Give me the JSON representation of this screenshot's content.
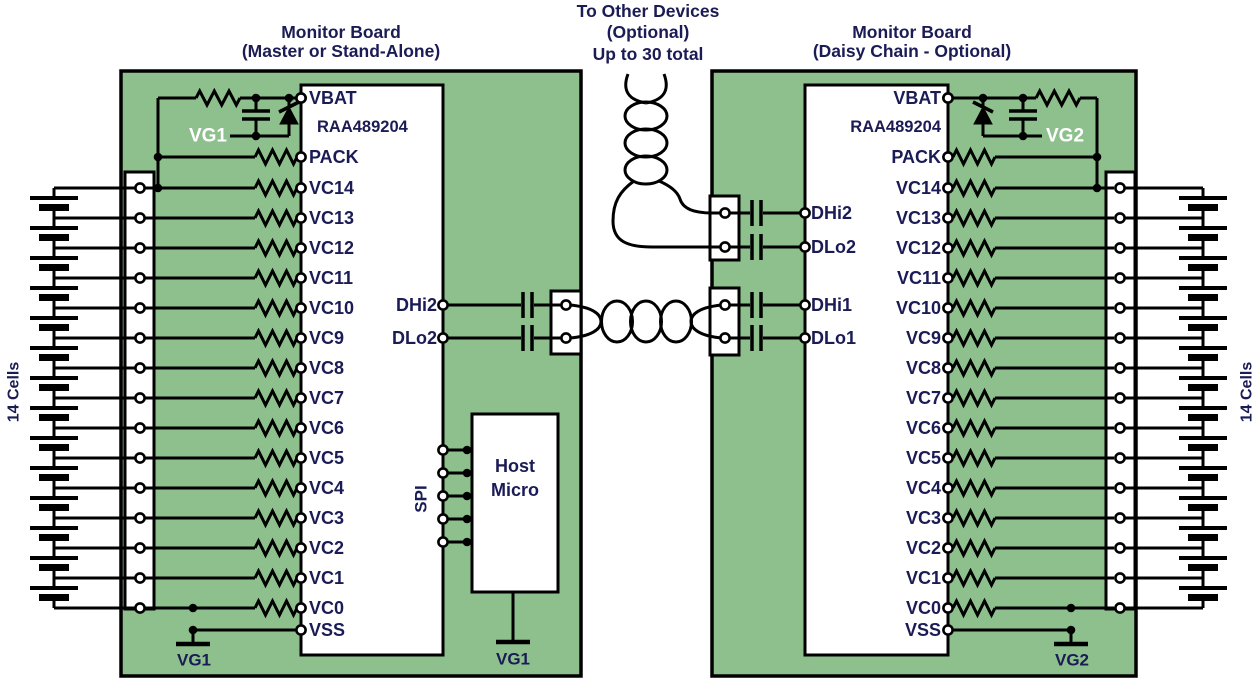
{
  "colors": {
    "board_green": "#8DC08D",
    "label_navy": "#1B1B55",
    "vg_white": "#FFFFFF",
    "wire_black": "#000000"
  },
  "top_note": {
    "line1": "To Other Devices",
    "line2": "(Optional)",
    "line3": "Up to 30 total"
  },
  "left_board": {
    "title_line1": "Monitor Board",
    "title_line2": "(Master or Stand-Alone)",
    "cells_label": "14 Cells",
    "vg_net_label": "VG1",
    "vg_cell_ground_label": "VG1",
    "vg_host_ground_label": "VG1",
    "chip": {
      "name": "RAA489204",
      "left_pins": [
        "VBAT",
        "PACK",
        "VC14",
        "VC13",
        "VC12",
        "VC11",
        "VC10",
        "VC9",
        "VC8",
        "VC7",
        "VC6",
        "VC5",
        "VC4",
        "VC3",
        "VC2",
        "VC1",
        "VC0",
        "VSS"
      ],
      "right_pins": [
        "DHi2",
        "DLo2"
      ],
      "spi_label": "SPI"
    },
    "host_micro": {
      "line1": "Host",
      "line2": "Micro"
    }
  },
  "right_board": {
    "title_line1": "Monitor Board",
    "title_line2": "(Daisy Chain - Optional)",
    "cells_label": "14 Cells",
    "vg_net_label": "VG2",
    "vg_cell_ground_label": "VG2",
    "chip": {
      "name": "RAA489204",
      "right_pins": [
        "VBAT",
        "PACK",
        "VC14",
        "VC13",
        "VC12",
        "VC11",
        "VC10",
        "VC9",
        "VC8",
        "VC7",
        "VC6",
        "VC5",
        "VC4",
        "VC3",
        "VC2",
        "VC1",
        "VC0",
        "VSS"
      ],
      "left_pins": [
        "DHi2",
        "DLo2",
        "DHi1",
        "DLo1"
      ]
    }
  }
}
